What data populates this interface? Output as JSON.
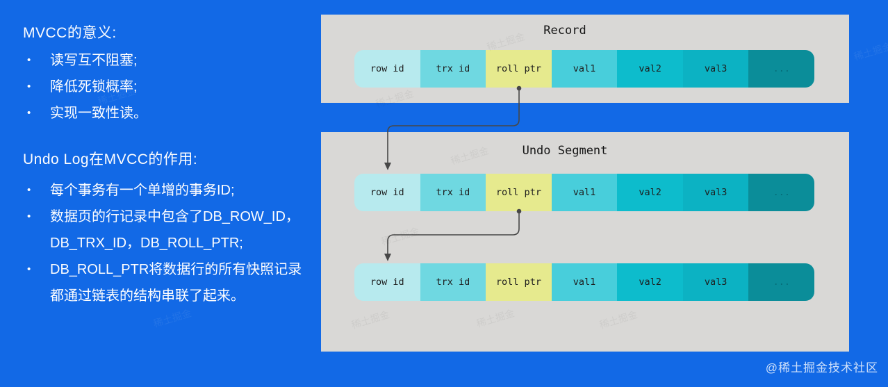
{
  "page": {
    "background_color": "#1269e6",
    "panel_color": "#d9d8d6"
  },
  "left_panel": {
    "bullet_char": "•",
    "sections": [
      {
        "title": "MVCC的意义:",
        "bullets": [
          "读写互不阻塞;",
          "降低死锁概率;",
          "实现一致性读。"
        ]
      },
      {
        "title": "Undo Log在MVCC的作用:",
        "bullets": [
          "每个事务有一个单增的事务ID;",
          "数据页的行记录中包含了DB_ROW_ID，DB_TRX_ID，DB_ROLL_PTR;",
          "DB_ROLL_PTR将数据行的所有快照记录都通过链表的结构串联了起来。"
        ]
      }
    ]
  },
  "diagram": {
    "record_panel": {
      "title": "Record"
    },
    "undo_panel": {
      "title": "Undo Segment"
    },
    "cells": [
      "row id",
      "trx id",
      "roll ptr",
      "val1",
      "val2",
      "val3",
      "..."
    ],
    "cell_colors": [
      "#b7eaee",
      "#6fd8e1",
      "#e6ea8e",
      "#48cedb",
      "#0dbccc",
      "#0cb2c3",
      "#0b8d99"
    ],
    "arrow_color": "#474747"
  },
  "watermark": {
    "tile_text": "稀土掘金",
    "corner_text": "@稀土掘金技术社区"
  }
}
